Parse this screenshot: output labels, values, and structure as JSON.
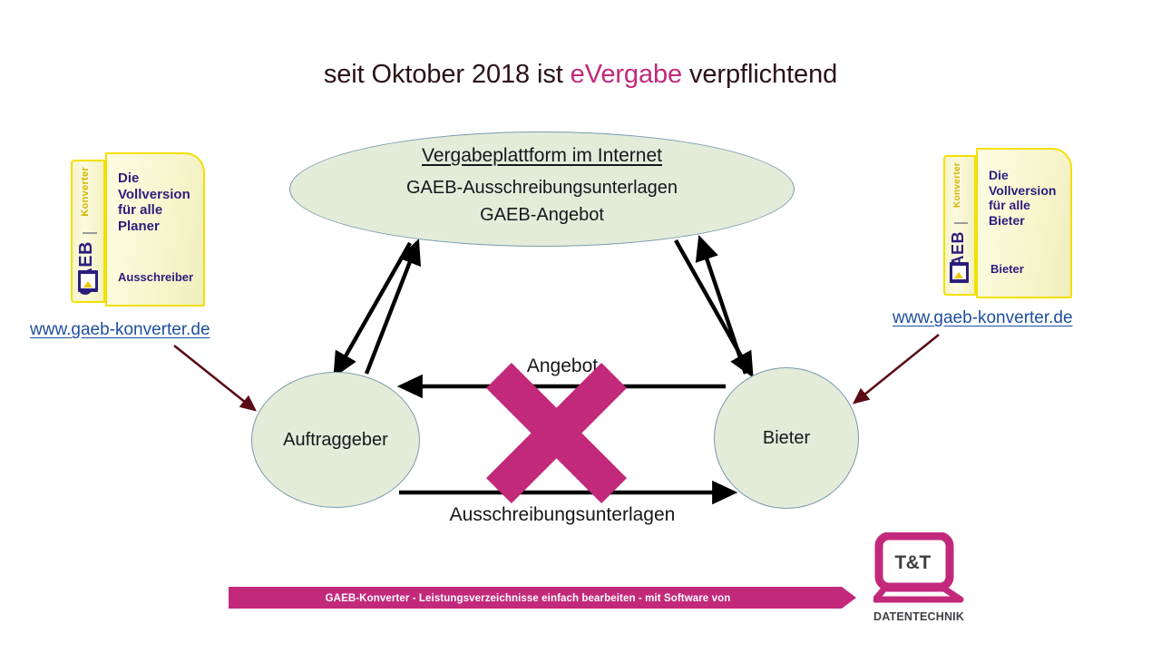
{
  "slide": {
    "title_prefix": "seit Oktober 2018 ist ",
    "title_accent": "eVergabe",
    "title_suffix": " verpflichtend",
    "accent_color": "#C2297B"
  },
  "platform": {
    "heading": "Vergabeplattform im Internet",
    "line1": "GAEB-Ausschreibungsunterlagen",
    "line2": "GAEB-Angebot",
    "fill_color": "#E3ECD9",
    "border_color": "#7A99AD"
  },
  "actors": {
    "left": {
      "label": "Auftraggeber"
    },
    "right": {
      "label": "Bieter"
    }
  },
  "flows": {
    "top_label": "Angebot",
    "bottom_label": "Ausschreibungsunterlagen",
    "blocked_marker": "cross-mark",
    "blocked_color": "#C2297B"
  },
  "products": {
    "left": {
      "spine_top": "Konverter",
      "spine_bottom": "GAEB",
      "headline": "Die\nVollversion\nfür alle\nPlaner",
      "edition": "Ausschreiber",
      "logo_icon": "gaeb-envelope-icon"
    },
    "right": {
      "spine_top": "Konverter",
      "spine_bottom": "GAEB",
      "headline": "Die\nVollversion\nfür alle\nBieter",
      "edition": "Bieter",
      "logo_icon": "gaeb-envelope-icon"
    }
  },
  "links": {
    "left_url": "www.gaeb-konverter.de",
    "right_url": "www.gaeb-konverter.de",
    "link_color": "#1F4FA0"
  },
  "footer": {
    "banner_text": "GAEB-Konverter   -     Leistungsverzeichnisse einfach bearbeiten   -   mit Software von",
    "banner_color": "#C2297B",
    "logo_text": "T&T",
    "logo_subtitle": "DATENTECHNIK"
  }
}
